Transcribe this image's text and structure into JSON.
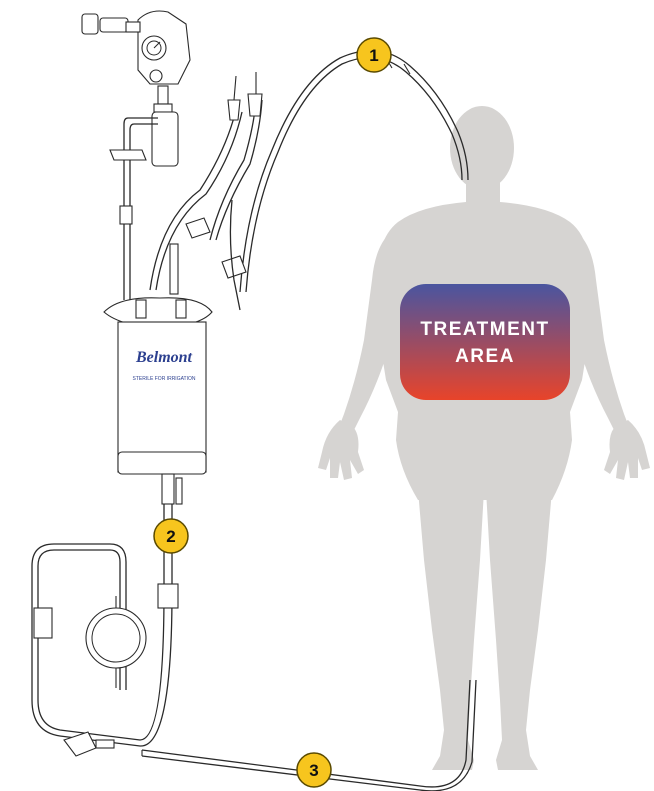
{
  "treatment_area": {
    "line1": "TREATMENT",
    "line2": "AREA",
    "gradient_top": "#4a55a0",
    "gradient_bottom": "#e8442a"
  },
  "badges": [
    {
      "label": "1"
    },
    {
      "label": "2"
    },
    {
      "label": "3"
    }
  ],
  "brand": {
    "name": "Belmont",
    "tagline": "STERILE FOR IRRIGATION"
  },
  "colors": {
    "body": "#d6d4d2",
    "badge_fill": "#f7c51e",
    "badge_stroke": "#5a4a00"
  },
  "icons": {
    "pressure_gauge": "gauge-icon",
    "heat_exchanger": "coil-icon"
  }
}
